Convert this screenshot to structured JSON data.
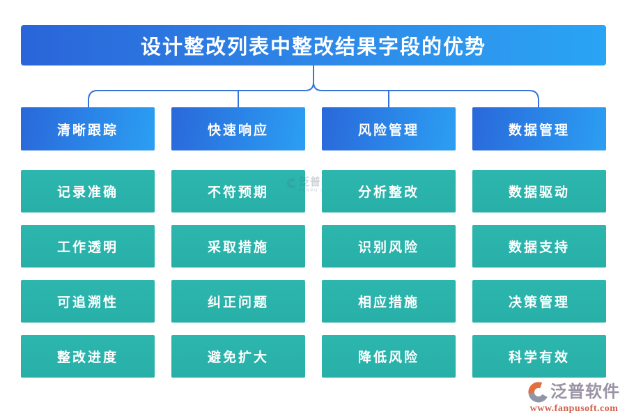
{
  "title": "设计整改列表中整改结果字段的优势",
  "colors": {
    "title_gradient_start": "#2a65d9",
    "title_gradient_end": "#2aa4f4",
    "header_gradient_start": "#2a68da",
    "header_gradient_end": "#2b9ff3",
    "item_teal": "#2ab3ab",
    "connector_blue": "#3373da",
    "footer_brand_gray": "#9a93a4",
    "footer_url_red": "#d2614b",
    "logo_orange": "#e2703f",
    "logo_gray": "#8e96a8"
  },
  "columns": [
    {
      "header": "清晰跟踪",
      "items": [
        "记录准确",
        "工作透明",
        "可追溯性",
        "整改进度"
      ]
    },
    {
      "header": "快速响应",
      "items": [
        "不符预期",
        "采取措施",
        "纠正问题",
        "避免扩大"
      ]
    },
    {
      "header": "风险管理",
      "items": [
        "分析整改",
        "识别风险",
        "相应措施",
        "降低风险"
      ]
    },
    {
      "header": "数据管理",
      "items": [
        "数据驱动",
        "数据支持",
        "决策管理",
        "科学有效"
      ]
    }
  ],
  "watermark": {
    "brand": "泛普软件",
    "sub": "FANPU SOFTWARE"
  },
  "footer": {
    "brand": "泛普软件",
    "url": "www.fanpusoft.com"
  }
}
